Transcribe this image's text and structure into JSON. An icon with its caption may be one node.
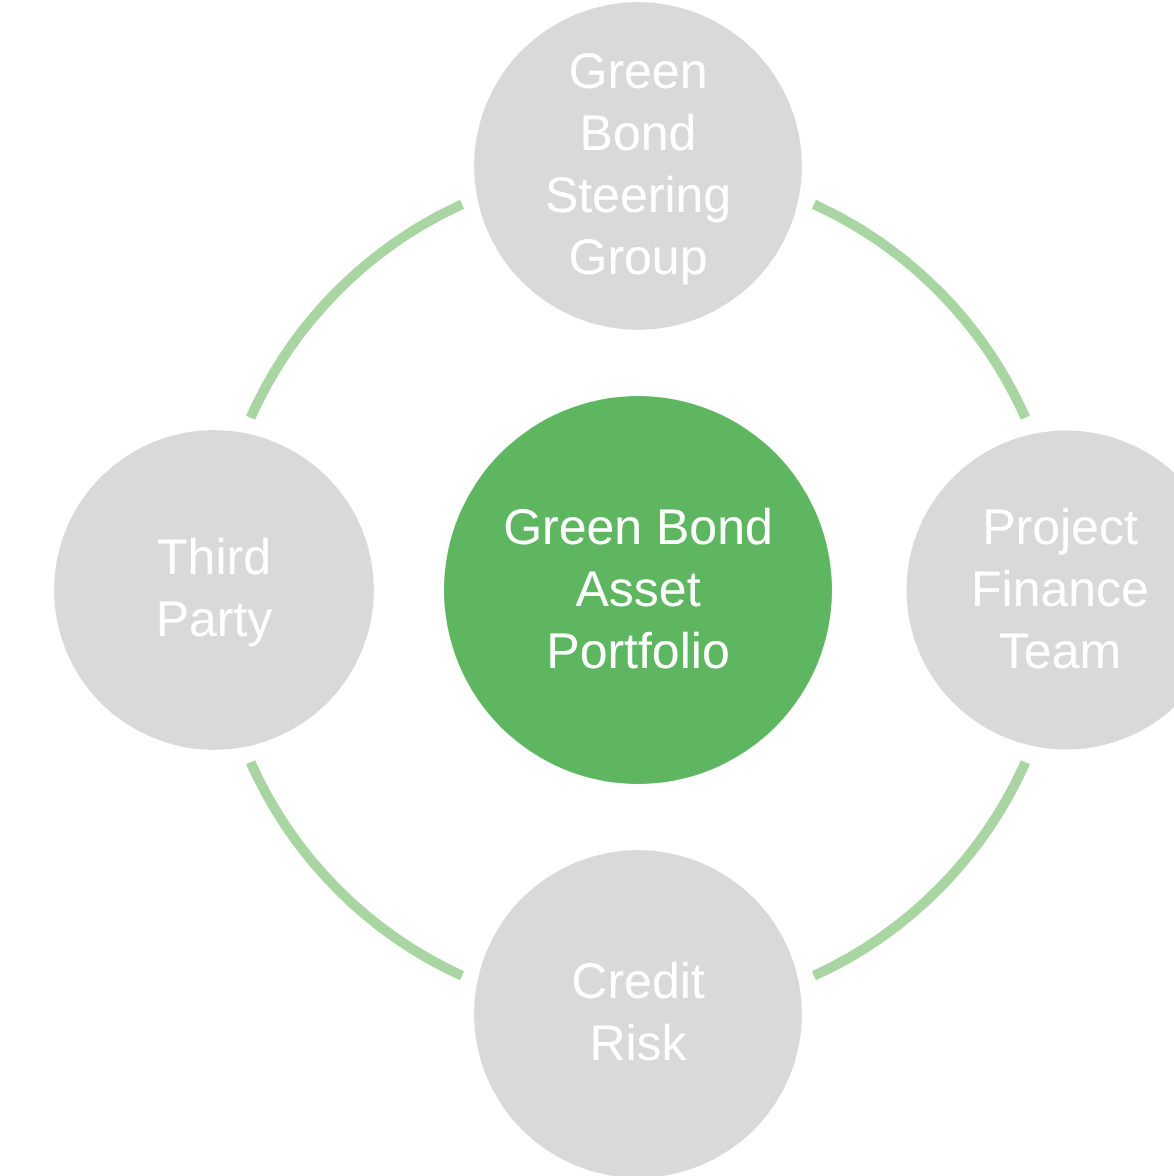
{
  "diagram": {
    "nodes": [
      {
        "text": [
          "Green Bond Steering Group"
        ]
      },
      {
        "text": [
          "Third Party"
        ]
      },
      {
        "text": [
          "Green Bond Asset Portfolio"
        ]
      },
      {
        "text": [
          "Project Finance Team"
        ]
      },
      {
        "text": [
          "Credit Risk"
        ]
      }
    ],
    "edges": [
      {
        "from": 0,
        "to": 3,
        "arrow": "none"
      },
      {
        "from": 3,
        "to": 4,
        "arrow": "none"
      },
      {
        "from": 4,
        "to": 1,
        "arrow": "none"
      },
      {
        "from": 1,
        "to": 0,
        "arrow": "none"
      }
    ]
  }
}
